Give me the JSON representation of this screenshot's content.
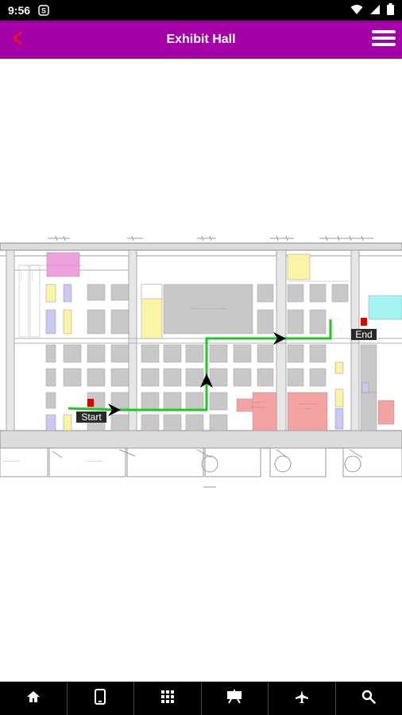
{
  "status_bar": {
    "time": "9:56",
    "icons": [
      "s-app-icon",
      "wifi-icon",
      "signal-icon",
      "battery-icon"
    ]
  },
  "app_bar": {
    "title": "Exhibit Hall",
    "background": "#a400a8",
    "back_icon": "back-arrow-icon",
    "menu_icon": "hamburger-menu-icon"
  },
  "map": {
    "start_label": "Start",
    "end_label": "End",
    "route_color": "#1ec81e",
    "marker_color": "#e00000"
  },
  "bottom_nav": {
    "items": [
      {
        "icon": "home-icon"
      },
      {
        "icon": "phone-icon"
      },
      {
        "icon": "grid-icon"
      },
      {
        "icon": "presentation-icon"
      },
      {
        "icon": "airplane-icon"
      },
      {
        "icon": "search-icon"
      }
    ]
  }
}
